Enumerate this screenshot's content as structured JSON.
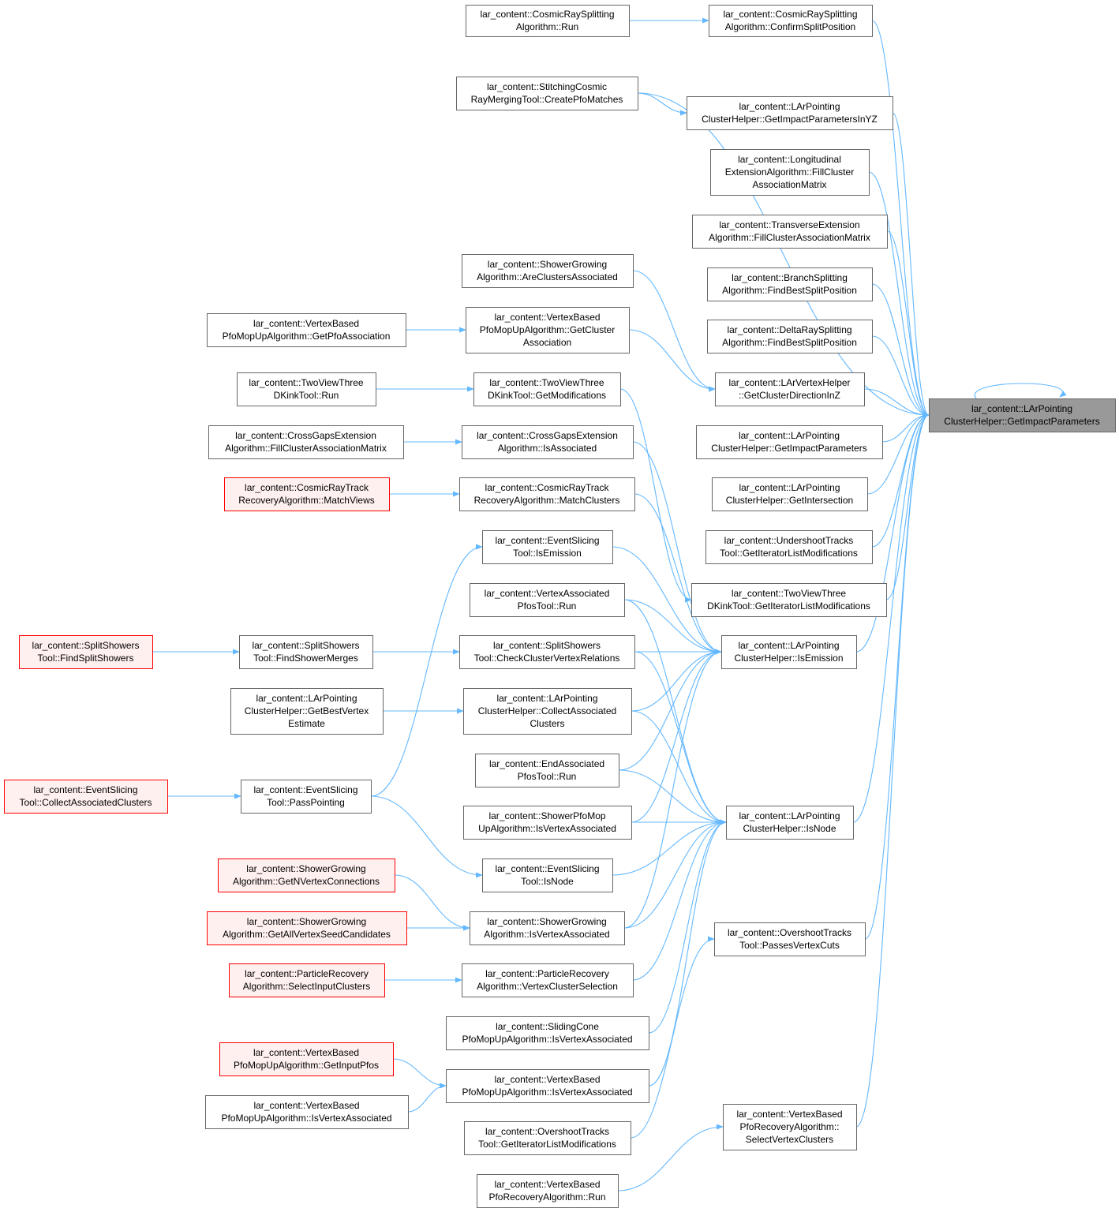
{
  "colors": {
    "edge": "#63b8ff",
    "node_border": "#666666",
    "root_fill": "#999999",
    "red_border": "#ff0000",
    "red_fill": "#fff0f0"
  },
  "nodes": [
    {
      "id": "n_root",
      "lines": [
        "lar_content::LArPointing",
        "ClusterHelper::GetImpactParameters"
      ],
      "style": "root"
    },
    {
      "id": "n1",
      "lines": [
        "lar_content::CosmicRaySplitting",
        "Algorithm::Run"
      ]
    },
    {
      "id": "n2",
      "lines": [
        "lar_content::CosmicRaySplitting",
        "Algorithm::ConfirmSplitPosition"
      ]
    },
    {
      "id": "n3",
      "lines": [
        "lar_content::StitchingCosmic",
        "RayMergingTool::CreatePfoMatches"
      ]
    },
    {
      "id": "n4",
      "lines": [
        "lar_content::LArPointing",
        "ClusterHelper::GetImpactParametersInYZ"
      ]
    },
    {
      "id": "n5",
      "lines": [
        "lar_content::Longitudinal",
        "ExtensionAlgorithm::FillCluster",
        "AssociationMatrix"
      ]
    },
    {
      "id": "n6",
      "lines": [
        "lar_content::TransverseExtension",
        "Algorithm::FillClusterAssociationMatrix"
      ]
    },
    {
      "id": "n7",
      "lines": [
        "lar_content::ShowerGrowing",
        "Algorithm::AreClustersAssociated"
      ]
    },
    {
      "id": "n8",
      "lines": [
        "lar_content::BranchSplitting",
        "Algorithm::FindBestSplitPosition"
      ]
    },
    {
      "id": "n9",
      "lines": [
        "lar_content::VertexBased",
        "PfoMopUpAlgorithm::GetPfoAssociation"
      ]
    },
    {
      "id": "n10",
      "lines": [
        "lar_content::VertexBased",
        "PfoMopUpAlgorithm::GetCluster",
        "Association"
      ]
    },
    {
      "id": "n11",
      "lines": [
        "lar_content::DeltaRaySplitting",
        "Algorithm::FindBestSplitPosition"
      ]
    },
    {
      "id": "n12",
      "lines": [
        "lar_content::TwoViewThree",
        "DKinkTool::Run"
      ]
    },
    {
      "id": "n13",
      "lines": [
        "lar_content::TwoViewThree",
        "DKinkTool::GetModifications"
      ]
    },
    {
      "id": "n14",
      "lines": [
        "lar_content::LArVertexHelper",
        "::GetClusterDirectionInZ"
      ]
    },
    {
      "id": "n15",
      "lines": [
        "lar_content::CrossGapsExtension",
        "Algorithm::FillClusterAssociationMatrix"
      ]
    },
    {
      "id": "n16",
      "lines": [
        "lar_content::CrossGapsExtension",
        "Algorithm::IsAssociated"
      ]
    },
    {
      "id": "n17",
      "lines": [
        "lar_content::LArPointing",
        "ClusterHelper::GetImpactParameters"
      ]
    },
    {
      "id": "n18",
      "lines": [
        "lar_content::CosmicRayTrack",
        "RecoveryAlgorithm::MatchViews"
      ],
      "style": "red"
    },
    {
      "id": "n19",
      "lines": [
        "lar_content::CosmicRayTrack",
        "RecoveryAlgorithm::MatchClusters"
      ]
    },
    {
      "id": "n20",
      "lines": [
        "lar_content::LArPointing",
        "ClusterHelper::GetIntersection"
      ]
    },
    {
      "id": "n21",
      "lines": [
        "lar_content::EventSlicing",
        "Tool::IsEmission"
      ]
    },
    {
      "id": "n22",
      "lines": [
        "lar_content::UndershootTracks",
        "Tool::GetIteratorListModifications"
      ]
    },
    {
      "id": "n23",
      "lines": [
        "lar_content::VertexAssociated",
        "PfosTool::Run"
      ]
    },
    {
      "id": "n24",
      "lines": [
        "lar_content::TwoViewThree",
        "DKinkTool::GetIteratorListModifications"
      ]
    },
    {
      "id": "n25",
      "lines": [
        "lar_content::SplitShowers",
        "Tool::FindSplitShowers"
      ],
      "style": "red"
    },
    {
      "id": "n26",
      "lines": [
        "lar_content::SplitShowers",
        "Tool::FindShowerMerges"
      ]
    },
    {
      "id": "n27",
      "lines": [
        "lar_content::SplitShowers",
        "Tool::CheckClusterVertexRelations"
      ]
    },
    {
      "id": "n28",
      "lines": [
        "lar_content::LArPointing",
        "ClusterHelper::IsEmission"
      ]
    },
    {
      "id": "n29",
      "lines": [
        "lar_content::LArPointing",
        "ClusterHelper::GetBestVertex",
        "Estimate"
      ]
    },
    {
      "id": "n30",
      "lines": [
        "lar_content::LArPointing",
        "ClusterHelper::CollectAssociated",
        "Clusters"
      ]
    },
    {
      "id": "n31",
      "lines": [
        "lar_content::EndAssociated",
        "PfosTool::Run"
      ]
    },
    {
      "id": "n32",
      "lines": [
        "lar_content::EventSlicing",
        "Tool::CollectAssociatedClusters"
      ],
      "style": "red"
    },
    {
      "id": "n33",
      "lines": [
        "lar_content::EventSlicing",
        "Tool::PassPointing"
      ]
    },
    {
      "id": "n34",
      "lines": [
        "lar_content::ShowerPfoMop",
        "UpAlgorithm::IsVertexAssociated"
      ]
    },
    {
      "id": "n35",
      "lines": [
        "lar_content::LArPointing",
        "ClusterHelper::IsNode"
      ]
    },
    {
      "id": "n36",
      "lines": [
        "lar_content::EventSlicing",
        "Tool::IsNode"
      ]
    },
    {
      "id": "n37",
      "lines": [
        "lar_content::ShowerGrowing",
        "Algorithm::GetNVertexConnections"
      ],
      "style": "red"
    },
    {
      "id": "n38",
      "lines": [
        "lar_content::ShowerGrowing",
        "Algorithm::GetAllVertexSeedCandidates"
      ],
      "style": "red"
    },
    {
      "id": "n39",
      "lines": [
        "lar_content::ShowerGrowing",
        "Algorithm::IsVertexAssociated"
      ]
    },
    {
      "id": "n40",
      "lines": [
        "lar_content::OvershootTracks",
        "Tool::PassesVertexCuts"
      ]
    },
    {
      "id": "n41",
      "lines": [
        "lar_content::ParticleRecovery",
        "Algorithm::SelectInputClusters"
      ],
      "style": "red"
    },
    {
      "id": "n42",
      "lines": [
        "lar_content::ParticleRecovery",
        "Algorithm::VertexClusterSelection"
      ]
    },
    {
      "id": "n43",
      "lines": [
        "lar_content::SlidingCone",
        "PfoMopUpAlgorithm::IsVertexAssociated"
      ]
    },
    {
      "id": "n44",
      "lines": [
        "lar_content::VertexBased",
        "PfoMopUpAlgorithm::GetInputPfos"
      ],
      "style": "red"
    },
    {
      "id": "n45",
      "lines": [
        "lar_content::VertexBased",
        "PfoMopUpAlgorithm::IsVertexAssociated"
      ]
    },
    {
      "id": "n46",
      "lines": [
        "lar_content::VertexBased",
        "PfoMopUpAlgorithm::IsVertexAssociated"
      ]
    },
    {
      "id": "n47",
      "lines": [
        "lar_content::OvershootTracks",
        "Tool::GetIteratorListModifications"
      ]
    },
    {
      "id": "n48",
      "lines": [
        "lar_content::VertexBased",
        "PfoRecoveryAlgorithm::",
        "SelectVertexClusters"
      ]
    },
    {
      "id": "n49",
      "lines": [
        "lar_content::VertexBased",
        "PfoRecoveryAlgorithm::Run"
      ]
    }
  ],
  "edges": [
    [
      "n1",
      "n2"
    ],
    [
      "n3",
      "n4"
    ],
    [
      "n9",
      "n10"
    ],
    [
      "n12",
      "n13"
    ],
    [
      "n15",
      "n16"
    ],
    [
      "n18",
      "n19"
    ],
    [
      "n25",
      "n26"
    ],
    [
      "n26",
      "n27"
    ],
    [
      "n29",
      "n30"
    ],
    [
      "n32",
      "n33"
    ],
    [
      "n33",
      "n21"
    ],
    [
      "n33",
      "n36"
    ],
    [
      "n37",
      "n39"
    ],
    [
      "n38",
      "n39"
    ],
    [
      "n41",
      "n42"
    ],
    [
      "n44",
      "n45"
    ],
    [
      "n46",
      "n45"
    ],
    [
      "n49",
      "n48"
    ],
    [
      "n7",
      "n14"
    ],
    [
      "n10",
      "n14"
    ],
    [
      "n13",
      "n24"
    ],
    [
      "n21",
      "n28"
    ],
    [
      "n23",
      "n28"
    ],
    [
      "n27",
      "n28"
    ],
    [
      "n16",
      "n28"
    ],
    [
      "n19",
      "n28"
    ],
    [
      "n30",
      "n28"
    ],
    [
      "n31",
      "n28"
    ],
    [
      "n34",
      "n28"
    ],
    [
      "n39",
      "n28"
    ],
    [
      "n23",
      "n35"
    ],
    [
      "n27",
      "n35"
    ],
    [
      "n30",
      "n35"
    ],
    [
      "n31",
      "n35"
    ],
    [
      "n34",
      "n35"
    ],
    [
      "n36",
      "n35"
    ],
    [
      "n39",
      "n35"
    ],
    [
      "n42",
      "n35"
    ],
    [
      "n43",
      "n35"
    ],
    [
      "n45",
      "n35"
    ],
    [
      "n47",
      "n40"
    ],
    [
      "n2",
      "n_root"
    ],
    [
      "n3",
      "n_root"
    ],
    [
      "n4",
      "n_root"
    ],
    [
      "n5",
      "n_root"
    ],
    [
      "n6",
      "n_root"
    ],
    [
      "n8",
      "n_root"
    ],
    [
      "n11",
      "n_root"
    ],
    [
      "n14",
      "n_root"
    ],
    [
      "n17",
      "n_root"
    ],
    [
      "n20",
      "n_root"
    ],
    [
      "n22",
      "n_root"
    ],
    [
      "n24",
      "n_root"
    ],
    [
      "n28",
      "n_root"
    ],
    [
      "n35",
      "n_root"
    ],
    [
      "n40",
      "n_root"
    ],
    [
      "n48",
      "n_root"
    ],
    [
      "n_root",
      "n_root"
    ]
  ]
}
